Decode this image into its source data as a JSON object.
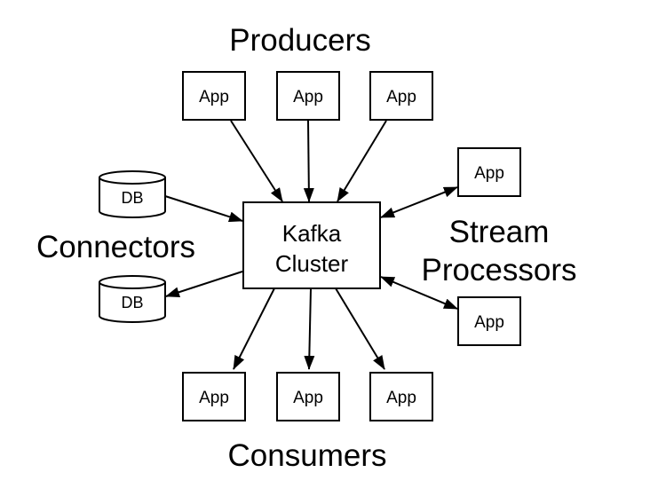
{
  "labels": {
    "producers": "Producers",
    "consumers": "Consumers",
    "connectors": "Connectors",
    "stream_line1": "Stream",
    "stream_line2": "Processors"
  },
  "cluster": {
    "line1": "Kafka",
    "line2": "Cluster"
  },
  "producer_apps": [
    "App",
    "App",
    "App"
  ],
  "consumer_apps": [
    "App",
    "App",
    "App"
  ],
  "stream_apps": [
    "App",
    "App"
  ],
  "databases": [
    "DB",
    "DB"
  ],
  "colors": {
    "stroke": "#000000",
    "fill": "#ffffff",
    "text": "#000000"
  }
}
